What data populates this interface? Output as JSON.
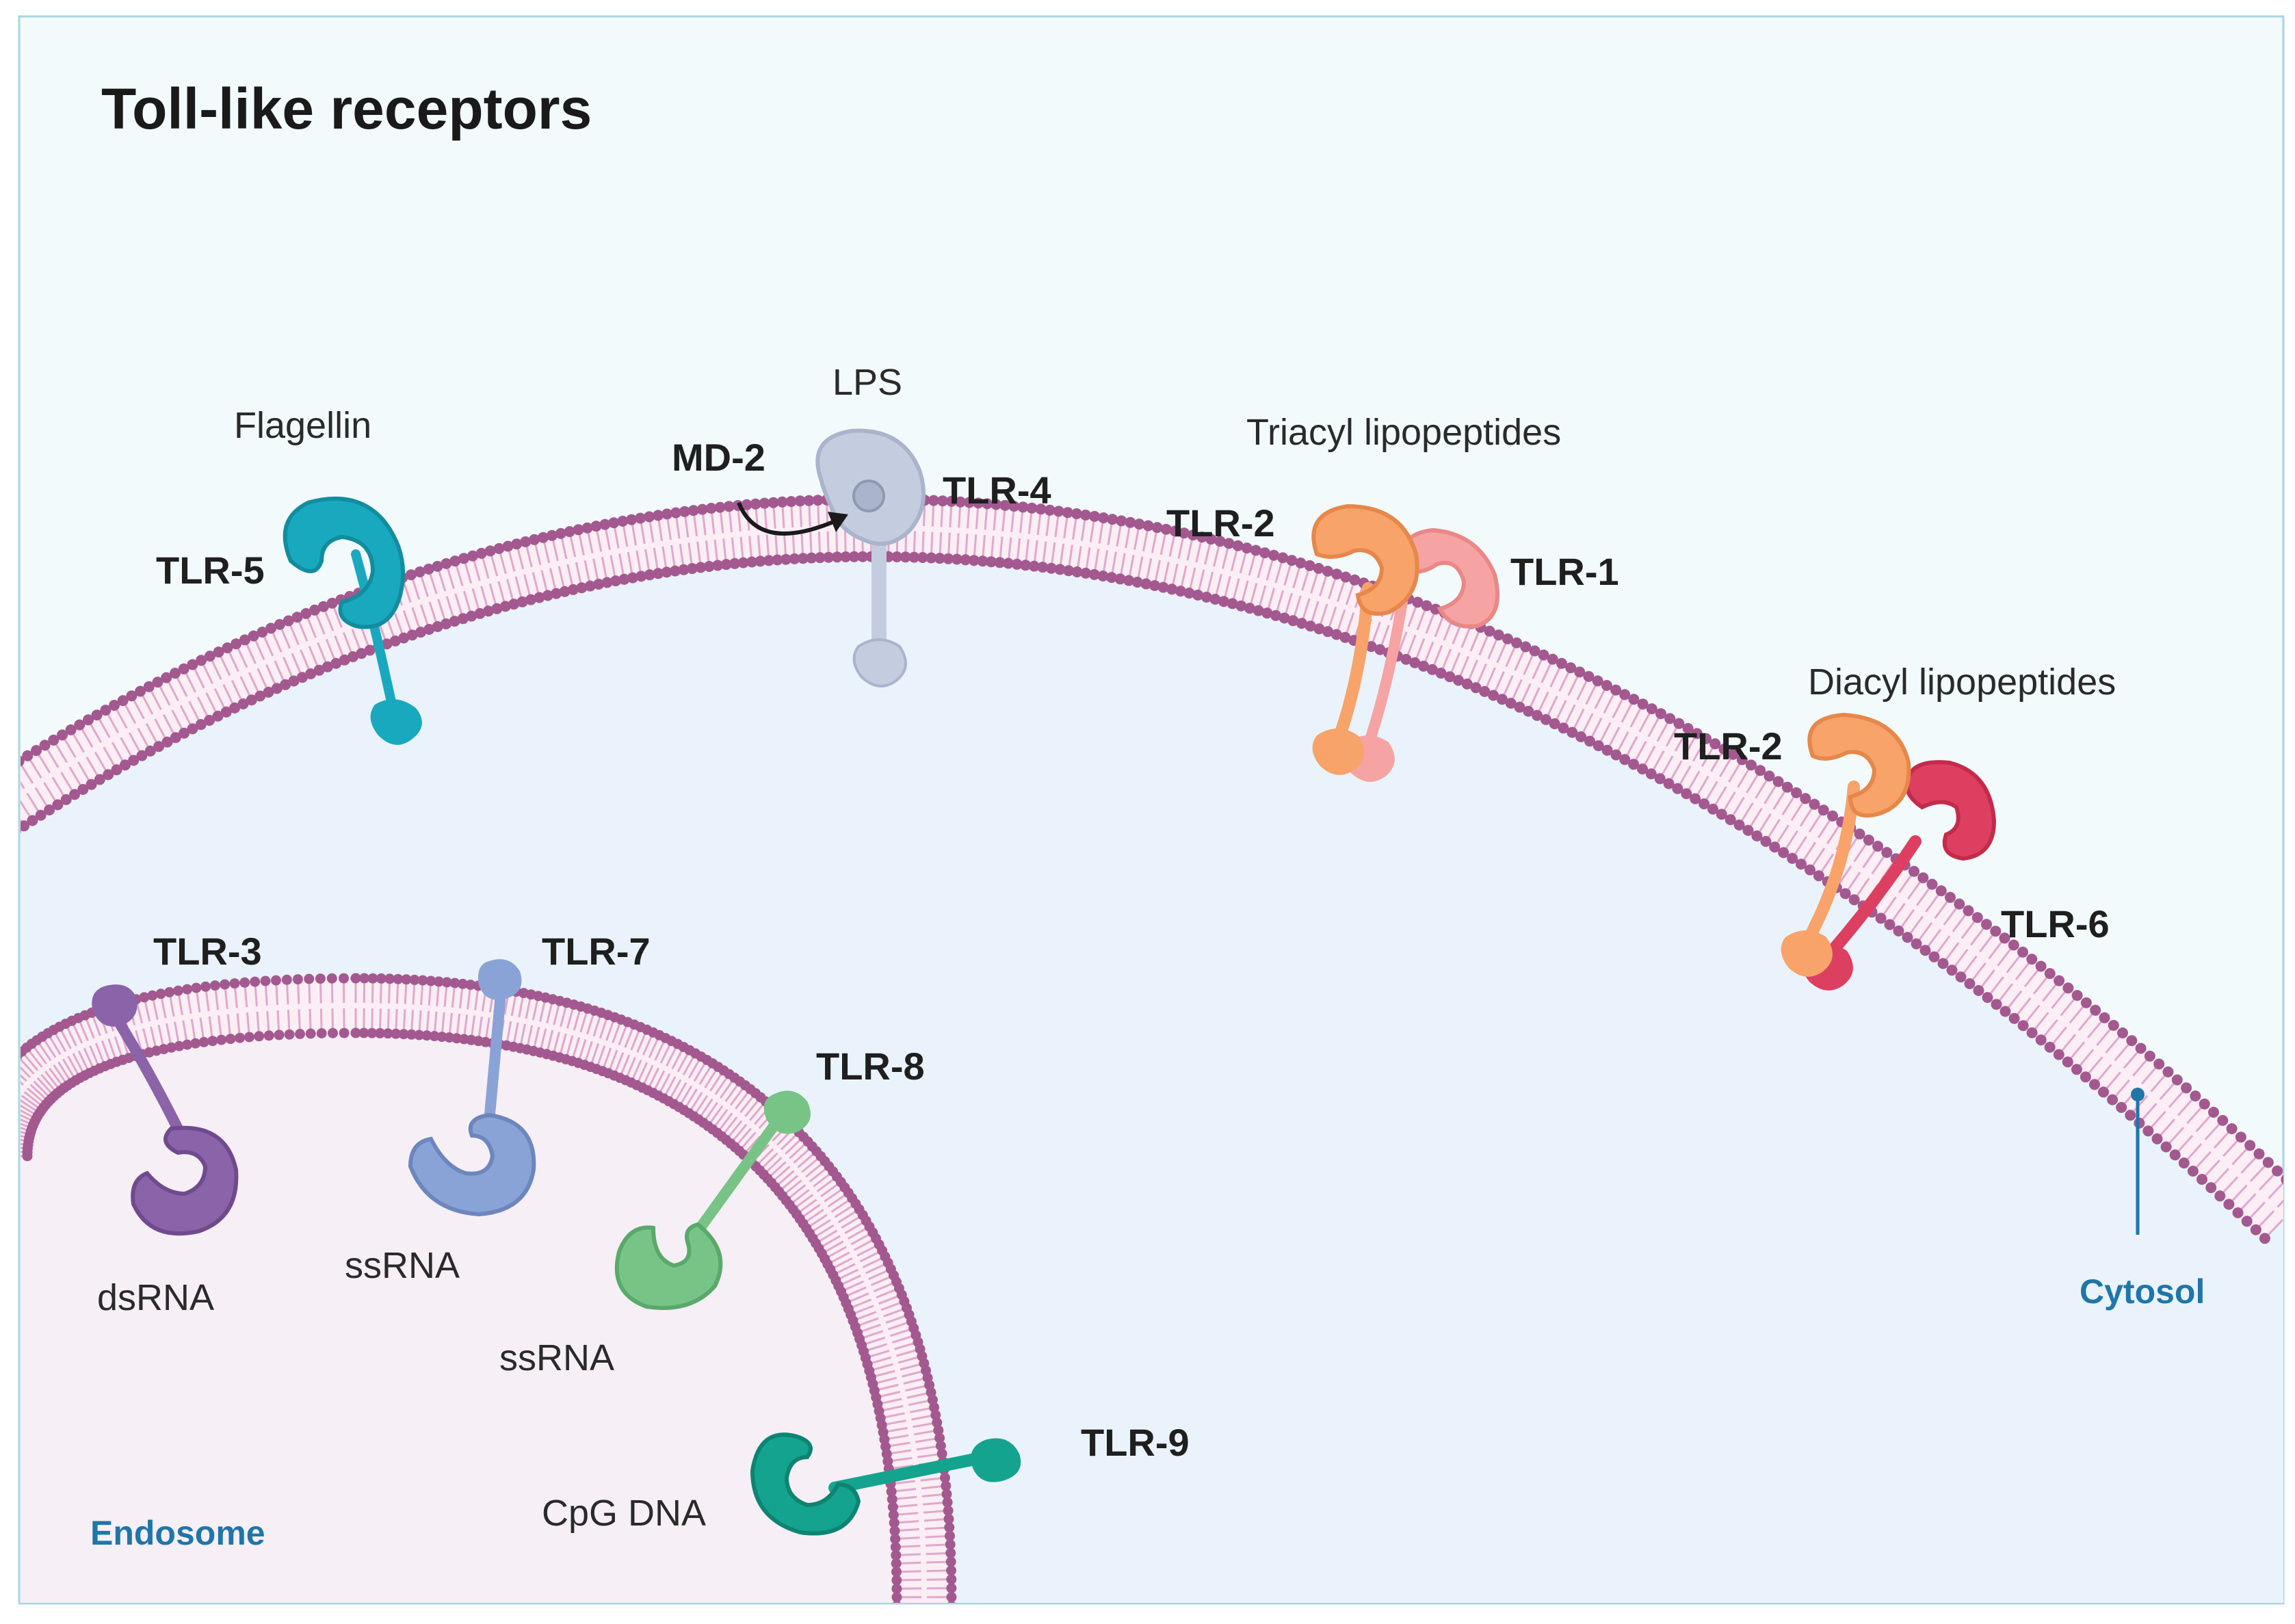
{
  "title": "Toll-like receptors",
  "colors": {
    "background": "#eaf3fb",
    "frame": "#a9d6e3",
    "endosome_fill": "#f5eef5",
    "membrane_dot": "#a3598f",
    "membrane_tail": "#dfa9cb",
    "compartment_label": "#1f76a8",
    "arrow": "#1a1a1a"
  },
  "compartments": {
    "cytosol": "Cytosol",
    "endosome": "Endosome"
  },
  "receptors": [
    {
      "id": "tlr5",
      "name": "TLR-5",
      "ligand": "Flagellin",
      "color": "#19a9bf",
      "icon": "tlr5-receptor-icon"
    },
    {
      "id": "tlr4",
      "name": "TLR-4",
      "ligand": "LPS",
      "coreceptor": "MD-2",
      "color": "#c4cde0",
      "icon": "tlr4-receptor-icon"
    },
    {
      "id": "tlr2a",
      "name": "TLR-2",
      "ligand": "Triacyl lipopeptides",
      "color": "#f7a36a",
      "icon": "tlr2-receptor-icon"
    },
    {
      "id": "tlr1",
      "name": "TLR-1",
      "color": "#f6a3a3",
      "icon": "tlr1-receptor-icon"
    },
    {
      "id": "tlr2b",
      "name": "TLR-2",
      "ligand": "Diacyl lipopeptides",
      "color": "#f7a36a",
      "icon": "tlr2-receptor-icon"
    },
    {
      "id": "tlr6",
      "name": "TLR-6",
      "color": "#dd3f61",
      "icon": "tlr6-receptor-icon"
    },
    {
      "id": "tlr3",
      "name": "TLR-3",
      "ligand": "dsRNA",
      "color": "#8a63a8",
      "icon": "tlr3-receptor-icon"
    },
    {
      "id": "tlr7",
      "name": "TLR-7",
      "ligand": "ssRNA",
      "color": "#8aa3d6",
      "icon": "tlr7-receptor-icon"
    },
    {
      "id": "tlr8",
      "name": "TLR-8",
      "ligand": "ssRNA",
      "color": "#78c487",
      "icon": "tlr8-receptor-icon"
    },
    {
      "id": "tlr9",
      "name": "TLR-9",
      "ligand": "CpG DNA",
      "color": "#14a38e",
      "icon": "tlr9-receptor-icon"
    }
  ]
}
